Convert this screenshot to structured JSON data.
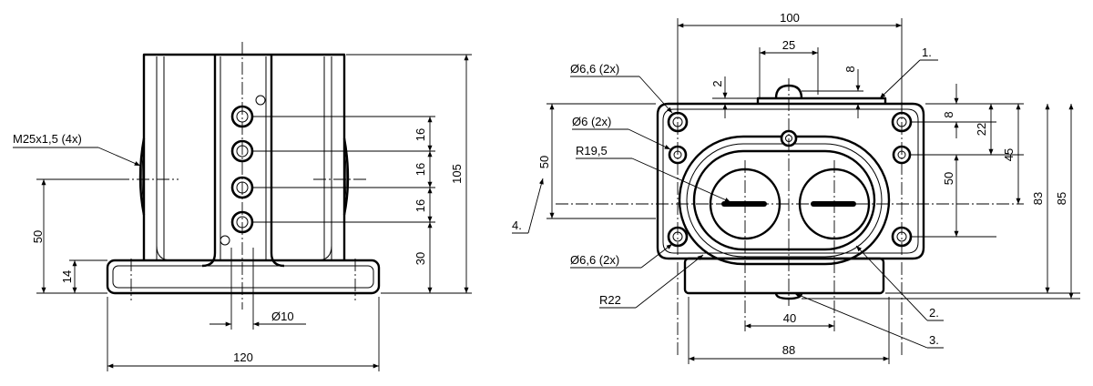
{
  "side_view": {
    "thread_label": "M25x1,5 (4x)",
    "dim_16_a": "16",
    "dim_16_b": "16",
    "dim_16_c": "16",
    "dim_30": "30",
    "dim_105": "105",
    "dim_50": "50",
    "dim_14": "14",
    "dim_120": "120",
    "dim_d10": "Ø10"
  },
  "front_view": {
    "dim_100": "100",
    "dim_25": "25",
    "dim_8_top": "8",
    "dim_2": "2",
    "hole_66_top": "Ø6,6 (2x)",
    "hole_6": "Ø6 (2x)",
    "radius_195": "R19,5",
    "dim_50_left": "50",
    "callout_4": "4.",
    "hole_66_bottom": "Ø6,6 (2x)",
    "radius_22": "R22",
    "dim_40": "40",
    "dim_88": "88",
    "callout_1": "1.",
    "dim_8_right": "8",
    "dim_22": "22",
    "dim_45": "45",
    "dim_50_right": "50",
    "dim_83": "83",
    "dim_85": "85",
    "callout_2": "2.",
    "callout_3": "3."
  }
}
